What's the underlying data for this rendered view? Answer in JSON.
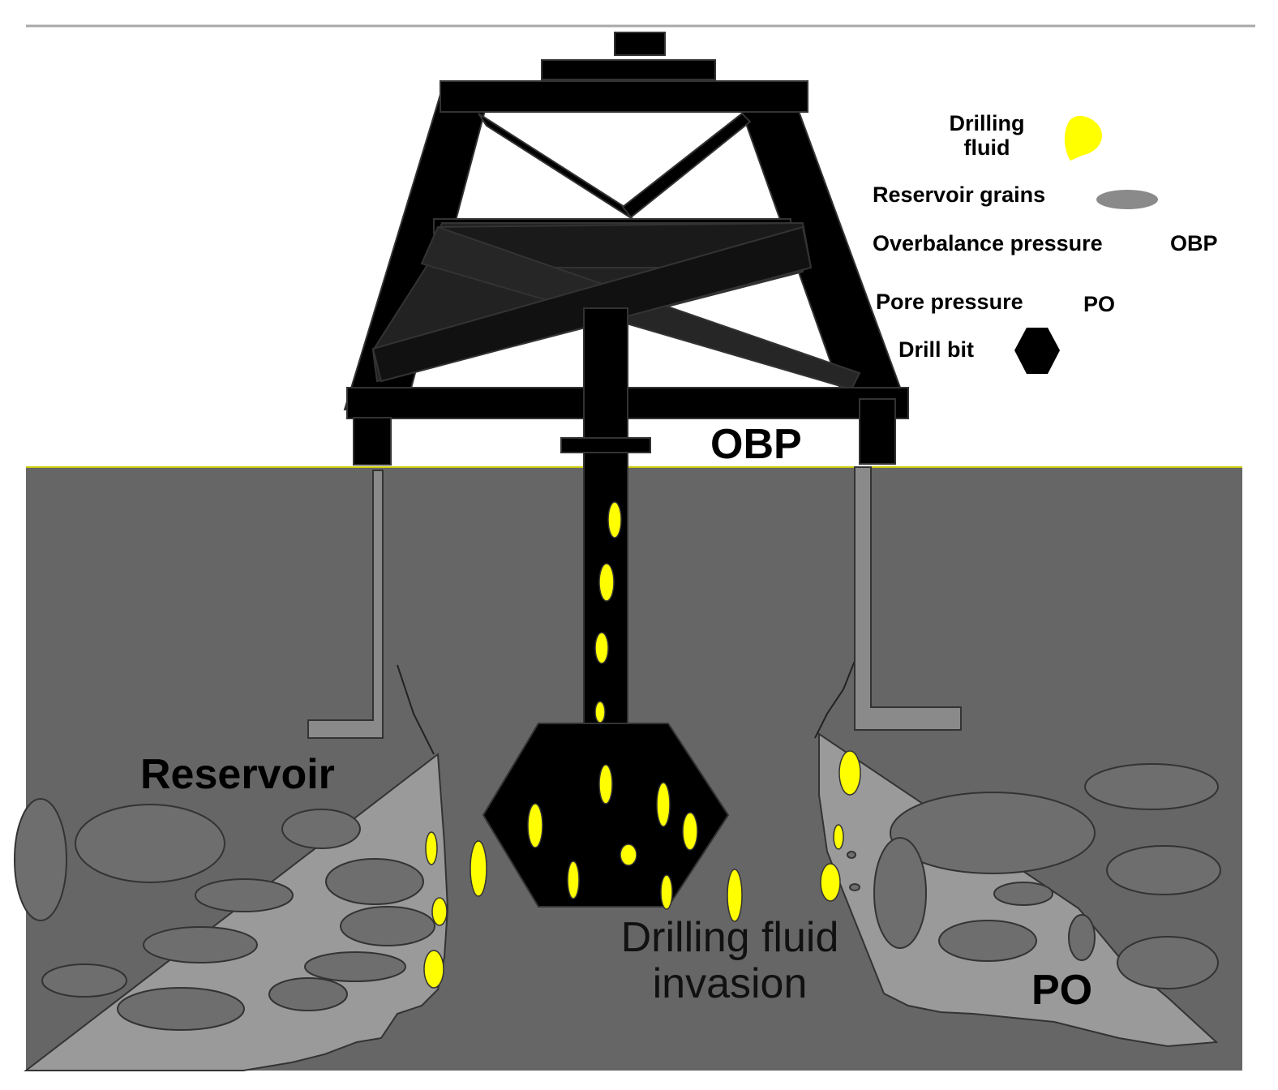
{
  "legend": {
    "drilling_fluid": [
      "Drilling",
      "fluid"
    ],
    "reservoir_grains": "Reservoir grains",
    "overbalance_pressure": "Overbalance pressure",
    "overbalance_abbr": "OBP",
    "pore_pressure": "Pore pressure",
    "pore_abbr": "PO",
    "drill_bit": "Drill bit"
  },
  "labels": {
    "obp": "OBP",
    "reservoir": "Reservoir",
    "invasion": [
      "Drilling fluid",
      "invasion"
    ],
    "po": "PO"
  },
  "colors": {
    "fluid": "#ffff00",
    "ground": "#666666",
    "grain": "#6e6e6e",
    "filter_cake": "#9a9a9a",
    "rig": "#000000",
    "casing": "#8a8a8a"
  }
}
